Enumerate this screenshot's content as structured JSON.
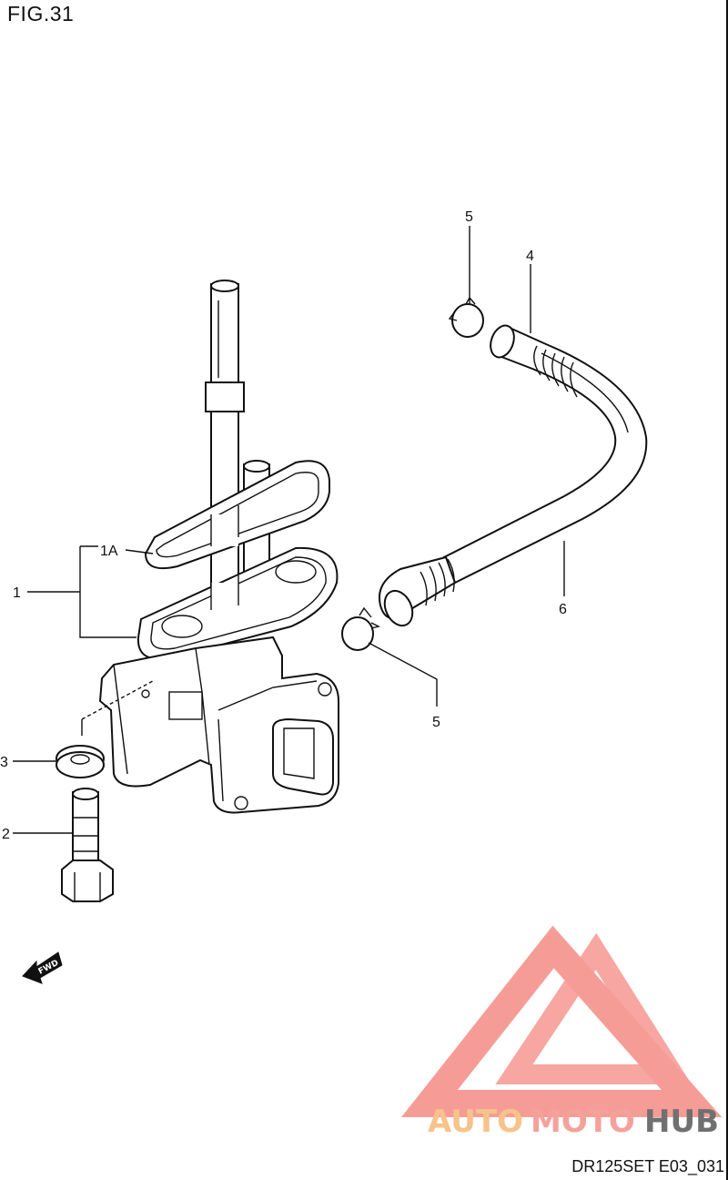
{
  "figure": {
    "title": "FIG.31",
    "code": "DR125SET E03_031"
  },
  "callouts": {
    "c1": "1",
    "c1A": "1A",
    "c2": "2",
    "c3": "3",
    "c4": "4",
    "c5a": "5",
    "c5b": "5",
    "c6": "6"
  },
  "fwd_label": "FWD",
  "watermark": {
    "text_auto": "AUTO",
    "text_moto": "MOTO",
    "text_hub": "HUB",
    "color_auto": "#f7c38a",
    "color_moto": "#f5a19b",
    "color_hub": "#707070",
    "logo_color": "#f58b85"
  }
}
